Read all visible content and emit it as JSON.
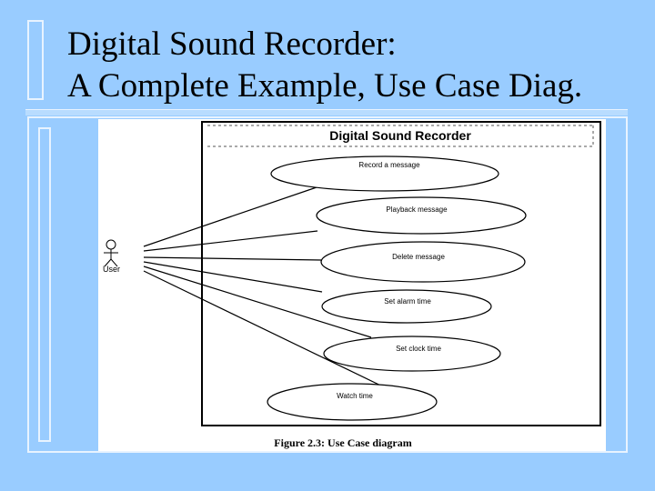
{
  "slide": {
    "title_line1": "Digital Sound Recorder:",
    "title_line2": "A Complete Example, Use Case  Diag."
  },
  "diagram": {
    "system_name": "Digital Sound Recorder",
    "actor": "User",
    "use_cases": [
      "Record a message",
      "Playback message",
      "Delete message",
      "Set  alarm time",
      "Set clock time",
      "Watch time"
    ],
    "caption": "Figure 2.3: Use Case diagram"
  }
}
